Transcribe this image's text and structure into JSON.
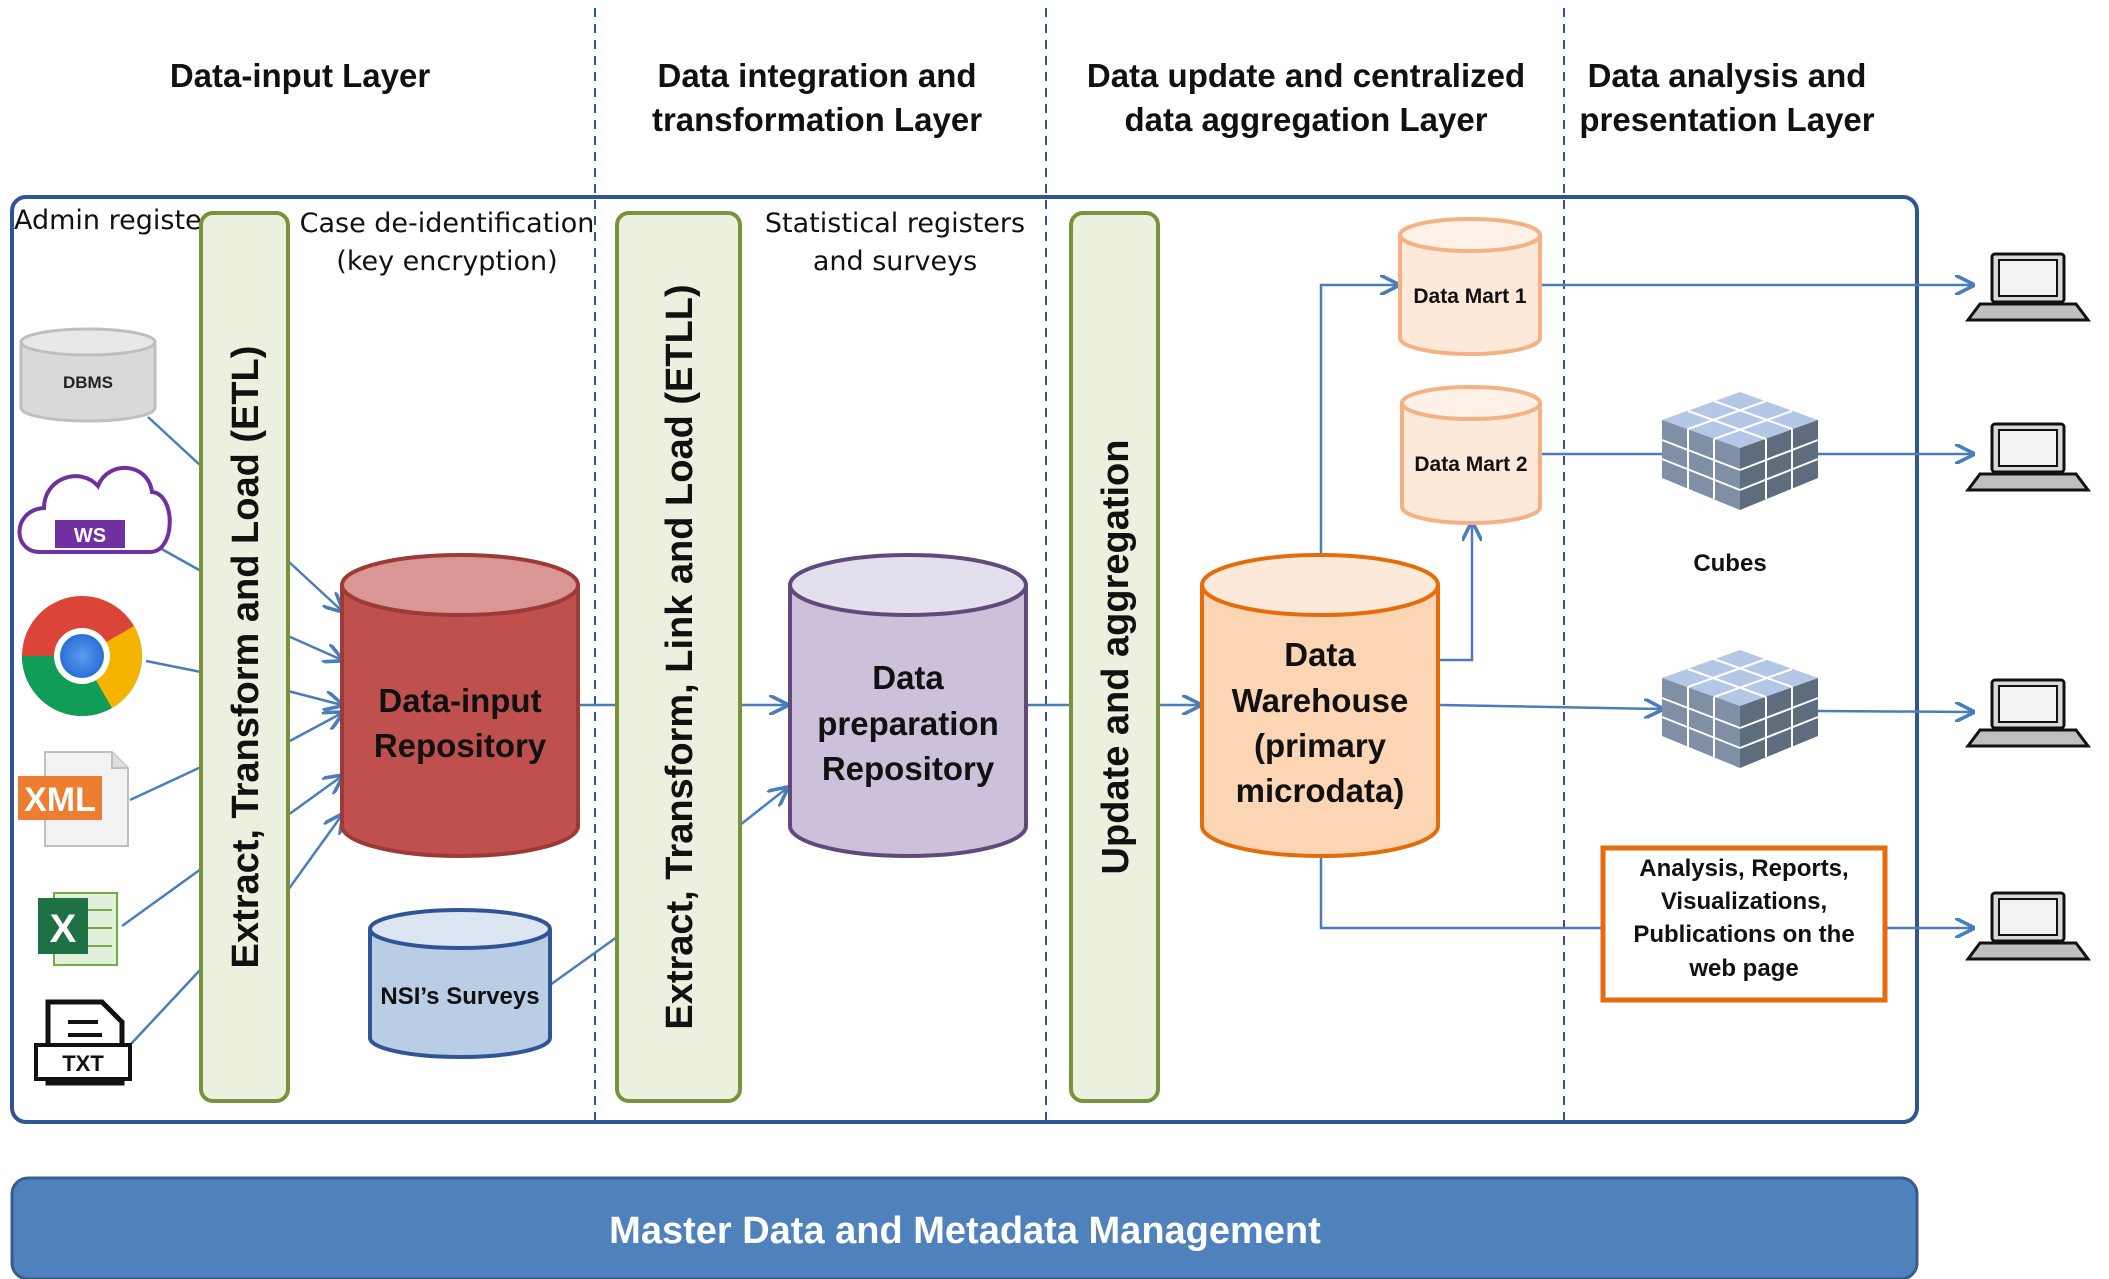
{
  "layers": [
    {
      "line1": "Data-input Layer",
      "line2": ""
    },
    {
      "line1": "Data integration and",
      "line2": "transformation Layer"
    },
    {
      "line1": "Data update and centralized",
      "line2": "data aggregation Layer"
    },
    {
      "line1": "Data analysis and",
      "line2": "presentation Layer"
    }
  ],
  "notes": {
    "admin_registers": "Admin registers",
    "deid_line1": "Case de-identification",
    "deid_line2": "(key encryption)",
    "stat_line1": "Statistical registers",
    "stat_line2": "and surveys"
  },
  "sources": {
    "dbms": "DBMS",
    "ws": "WS",
    "xml": "XML",
    "excel": "X",
    "txt": "TXT"
  },
  "bars": {
    "etl": "Extract, Transform and Load (ETL)",
    "etll": "Extract, Transform, Link  and Load (ETLL)",
    "update": "Update and aggregation"
  },
  "repositories": {
    "input_line1": "Data-input",
    "input_line2": "Repository",
    "nsi_surveys": "NSI’s Surveys",
    "prep_line1": "Data",
    "prep_line2": "preparation",
    "prep_line3": "Repository",
    "dw_line1": "Data",
    "dw_line2": "Warehouse",
    "dw_line3": "(primary",
    "dw_line4": "microdata)",
    "mart1": "Data Mart 1",
    "mart2": "Data Mart 2"
  },
  "outputs": {
    "cubes": "Cubes",
    "analysis_line1": "Analysis, Reports,",
    "analysis_line2": "Visualizations,",
    "analysis_line3": "Publications on the",
    "analysis_line4": "web page"
  },
  "banner": "Master Data and Metadata Management",
  "colors": {
    "frame": "#2f5597",
    "connector": "#4a7ebb",
    "bar_fill": "#ebf1de",
    "bar_stroke": "#77933c",
    "input_repo": "#c0504d",
    "prep_repo": "#ccc0da",
    "warehouse": "#fcd5b5",
    "warehouse_stroke": "#e46c0a",
    "nsi": "#b9cde5",
    "banner": "#4f81bd"
  }
}
